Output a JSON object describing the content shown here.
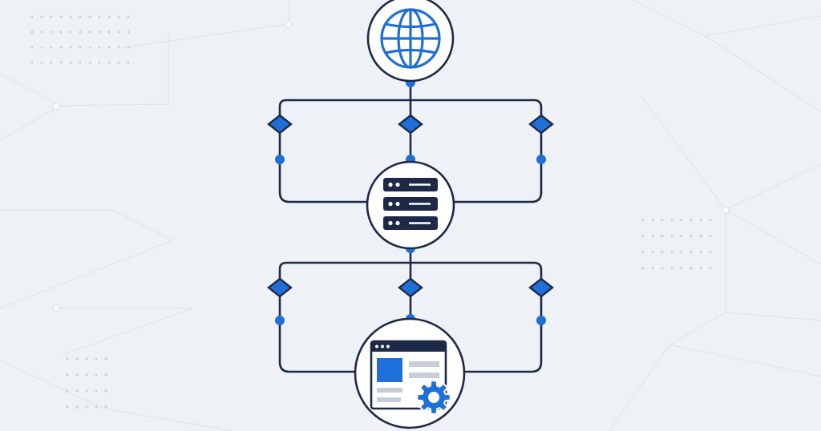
{
  "diagram": {
    "colors": {
      "background": "#eef1f6",
      "line": "#1c2a48",
      "accent": "#1f6fd8",
      "node_fill": "#ffffff",
      "server_fill": "#1c2a48",
      "decor_line": "#dfe4ec",
      "decor_dot": "#c9d0db"
    },
    "nodes": [
      {
        "id": "internet",
        "icon": "globe-icon"
      },
      {
        "id": "server",
        "icon": "server-stack-icon"
      },
      {
        "id": "application",
        "icon": "browser-window-with-gear-icon"
      }
    ],
    "connections": [
      {
        "from": "internet",
        "to": "server",
        "parallel_paths": 3,
        "connector_marker": "diamond"
      },
      {
        "from": "server",
        "to": "application",
        "parallel_paths": 3,
        "connector_marker": "diamond"
      }
    ]
  }
}
